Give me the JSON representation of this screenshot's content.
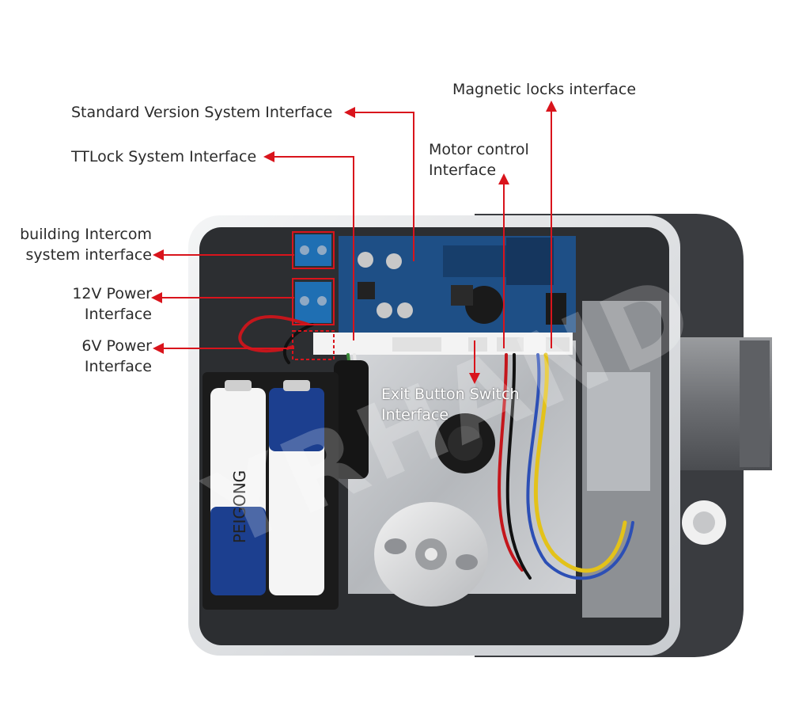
{
  "labels": {
    "magnetic_locks": "Magnetic locks interface",
    "standard_version": "Standard Version System Interface",
    "motor_control_line1": "Motor control",
    "motor_control_line2": "Interface",
    "ttlock": "TTLock System Interface",
    "intercom_line1": "building Intercom",
    "intercom_line2": "system interface",
    "power12_line1": "12V Power",
    "power12_line2": "Interface",
    "power6_line1": "6V Power",
    "power6_line2": "Interface",
    "exit_button_line1": "Exit Button Switch",
    "exit_button_line2": "Interface"
  },
  "product_print": {
    "watermark": "YRHAND",
    "battery_brand": "PEIGONG"
  },
  "colors": {
    "pointer": "#d9141c",
    "housing_dark": "#3a3c40",
    "housing_rim": "#e8e9eb",
    "pcb": "#1e4f86",
    "terminal": "#1f6fb3",
    "battery_blue": "#1c3f8f"
  }
}
